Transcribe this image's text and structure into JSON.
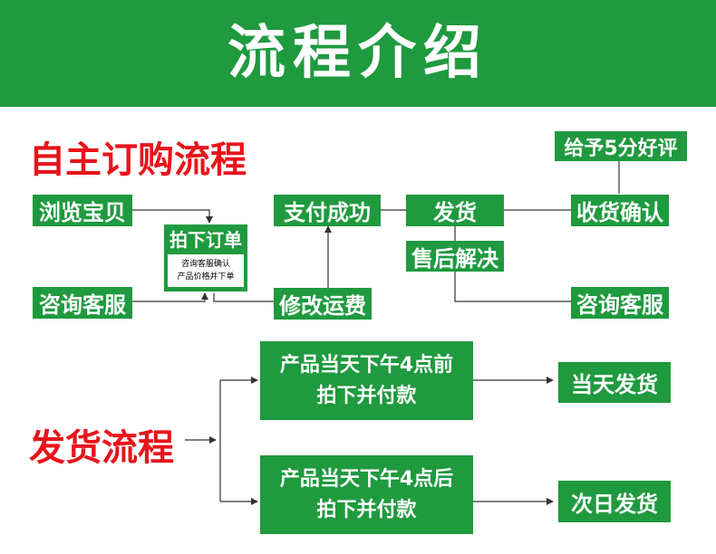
{
  "banner": {
    "title": "流程介绍"
  },
  "order_flow": {
    "title": "自主订购流程",
    "browse": "浏览宝贝",
    "consult_left": "咨询客服",
    "place_order": "拍下订单",
    "place_order_note_1": "咨询客服确认",
    "place_order_note_2": "产品价格并下单",
    "pay_success": "支付成功",
    "modify_shipping": "修改运费",
    "ship": "发货",
    "after_sales": "售后解决",
    "confirm_receipt": "收货确认",
    "consult_right": "咨询客服",
    "good_review": "给予5分好评"
  },
  "shipping_flow": {
    "title": "发货流程",
    "before_line1": "产品当天下午4点前",
    "before_line2": "拍下并付款",
    "after_line1": "产品当天下午4点后",
    "after_line2": "拍下并付款",
    "same_day": "当天发货",
    "next_day": "次日发货"
  },
  "colors": {
    "green": "#1f9a3f",
    "red": "#e8141b",
    "line": "#333333"
  }
}
